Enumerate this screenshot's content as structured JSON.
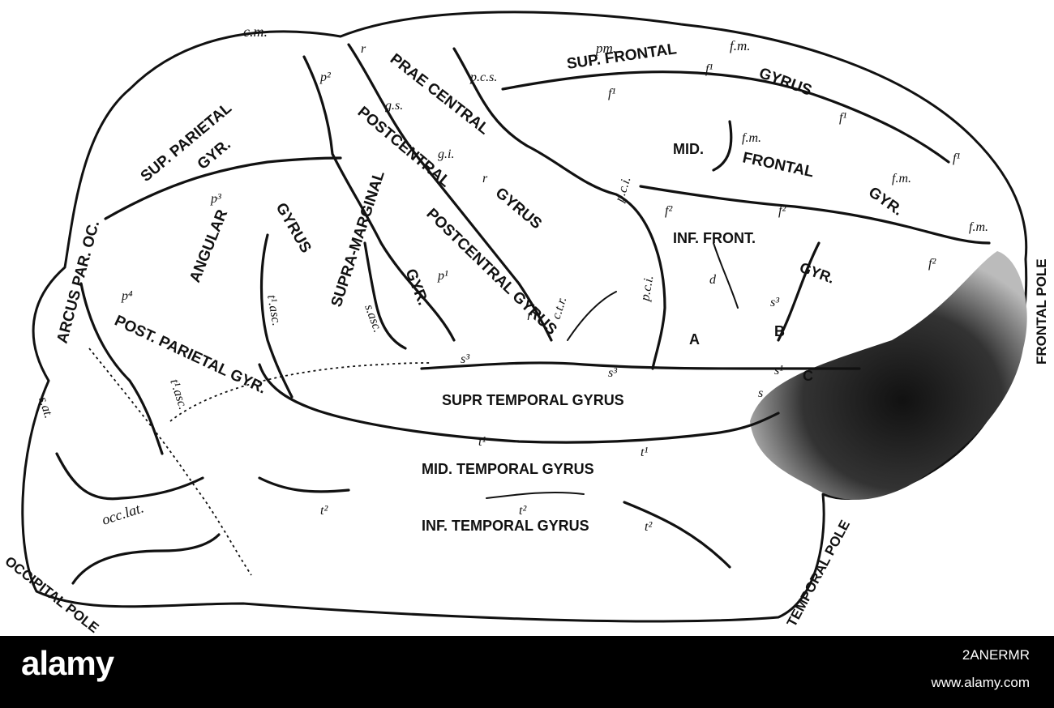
{
  "labels": {
    "sup_parietal": "SUP. PARIETAL",
    "gyr1": "GYR.",
    "prae_central": "PRAE CENTRAL",
    "postcentral": "POSTCENTRAL",
    "gyrus_pc": "GYRUS",
    "postcentral_gyrus": "POSTCENTRAL GYRUS",
    "sup_frontal": "SUP. FRONTAL",
    "gyrus_sf": "GYRUS",
    "mid": "MID.",
    "frontal": "FRONTAL",
    "gyr_mf": "GYR.",
    "angular": "ANGULAR",
    "gyrus_ang": "GYRUS",
    "supra_marginal": "SUPRA-MARGINAL",
    "gyr_sm": "GYR.",
    "arcus": "ARCUS PAR. OC.",
    "post_parietal": "POST. PARIETAL GYR.",
    "inf_front": "INF. FRONT.",
    "gyr_if": "GYR.",
    "A": "A",
    "B": "B",
    "C": "C",
    "sup_temporal": "SUPR TEMPORAL GYRUS",
    "mid_temporal": "MID. TEMPORAL GYRUS",
    "inf_temporal": "INF. TEMPORAL GYRUS",
    "frontal_pole": "FRONTAL POLE",
    "temporal_pole": "TEMPORAL POLE",
    "occipital_pole": "OCCIPITAL POLE",
    "cm": "c.m.",
    "pm": "pm.",
    "fm_top": "f.m.",
    "p2": "p²",
    "r1": "r",
    "pcs": "p.c.s.",
    "f1a": "f¹",
    "f1b": "f¹",
    "f1c": "f¹",
    "f1d": "f¹",
    "gs": "g.s.",
    "gi": "g.i.",
    "r2": "r",
    "fm1": "f.m.",
    "fm2": "f.m.",
    "fm3": "f.m.",
    "pci1": "p.c.i.",
    "pci2": "p.c.i.",
    "f2a": "f²",
    "f2b": "f²",
    "f2c": "f²",
    "p3": "p³",
    "p1": "p¹",
    "p4": "p⁴",
    "r3": "r",
    "ctr": "c.t.r.",
    "d": "d",
    "s3a": "s³",
    "s1": "s¹",
    "s3b": "s³",
    "s3c": "s³",
    "s": "s",
    "t1asc": "t¹.asc.",
    "sasc": "s.asc.",
    "t1asc2": "t¹.asc.",
    "sat": "s.at.",
    "t1a": "t¹",
    "t1b": "t¹",
    "t2a": "t²",
    "t2b": "t²",
    "t2c": "t²",
    "occlat": "occ.lat."
  },
  "footer": {
    "brand": "alamy",
    "image_id": "2ANERMR",
    "site": "www.alamy.com"
  }
}
